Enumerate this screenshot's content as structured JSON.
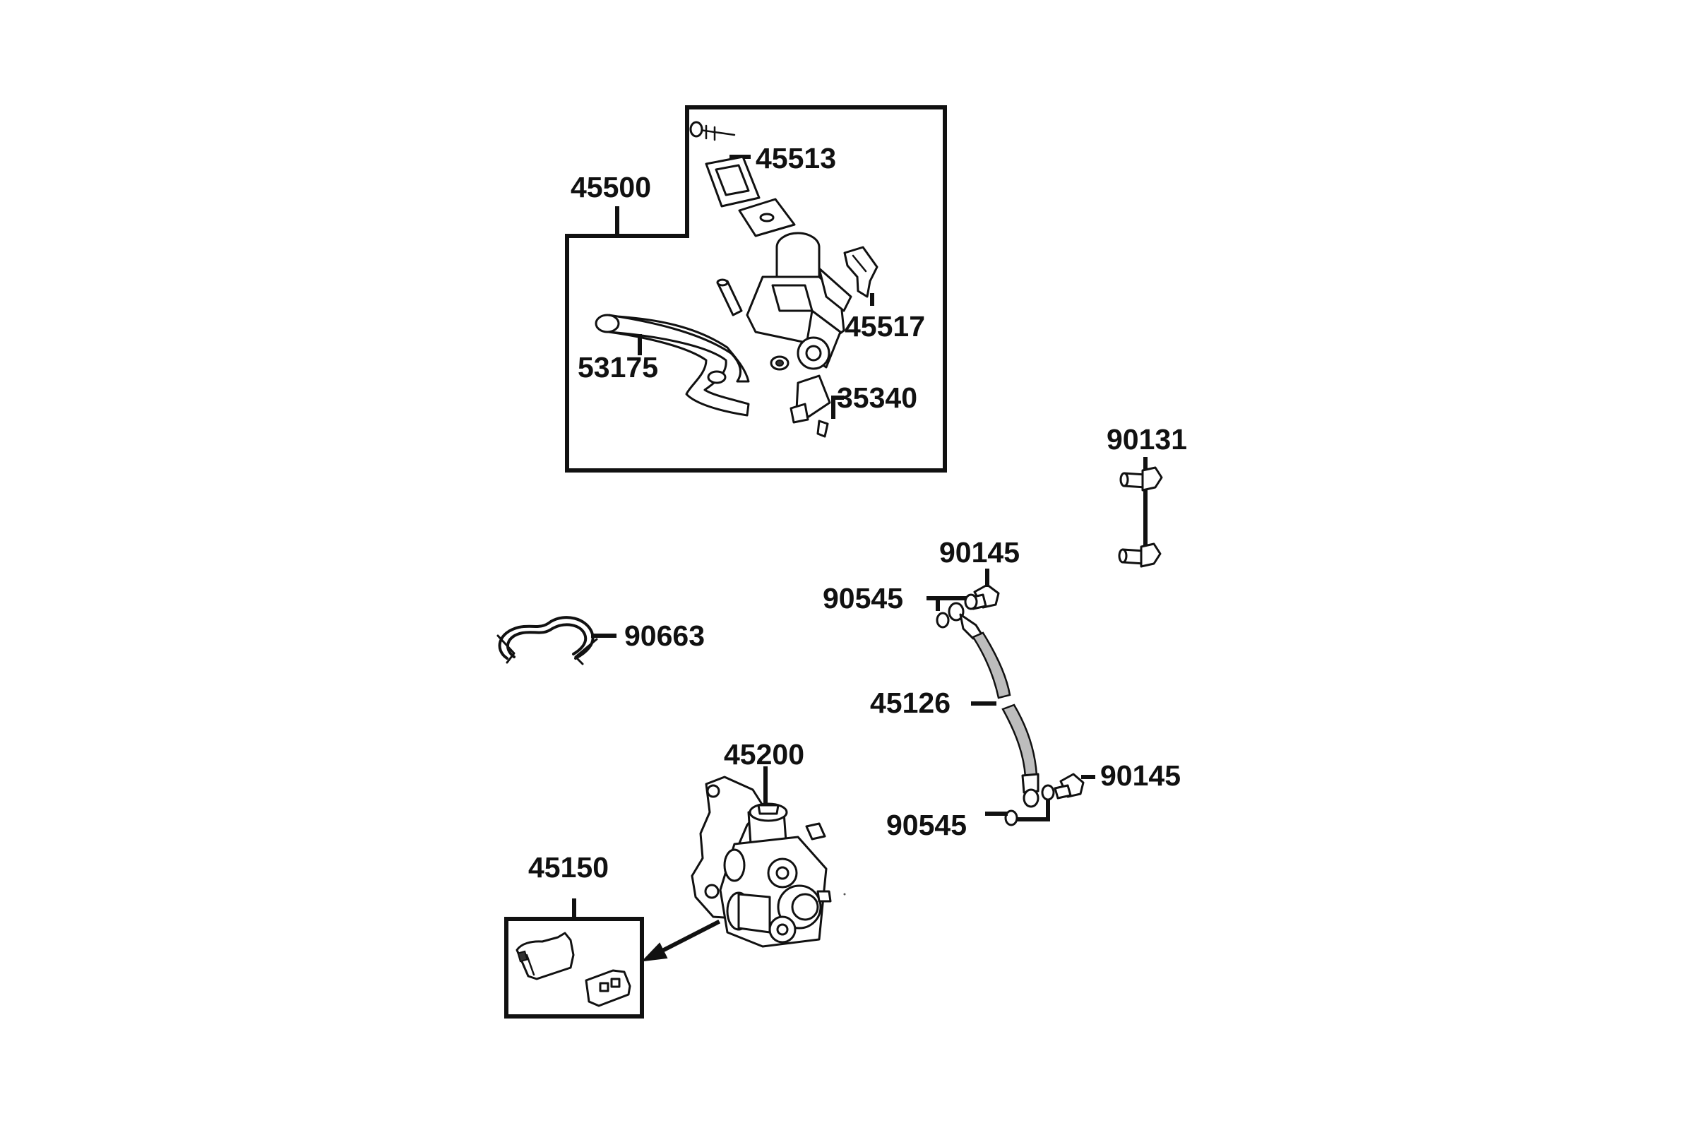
{
  "labels": {
    "master_cylinder_assembly": "45500",
    "reservoir_cap": "45513",
    "lever_holder": "45517",
    "brake_lever": "53175",
    "stop_switch": "35340",
    "bolt_top": "90131",
    "banjo_bolt_upper": "90145",
    "washer_upper": "90545",
    "hose_clamp": "90663",
    "brake_hose": "45126",
    "banjo_bolt_lower": "90145",
    "washer_lower": "90545",
    "caliper": "45200",
    "brake_pads": "45150"
  }
}
